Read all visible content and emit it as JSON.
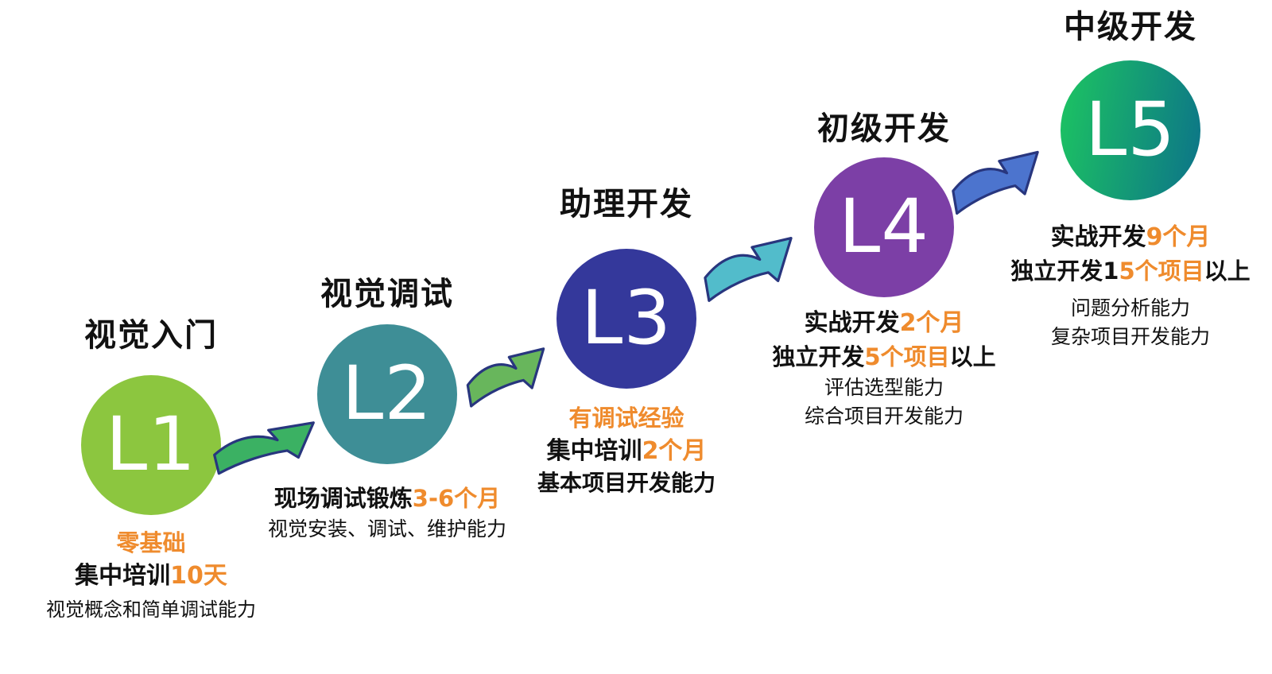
{
  "colors": {
    "orange": "#EF8B2D",
    "arrow-outline": "#28367E",
    "arrow-green-1": "#3BB163",
    "arrow-green-2": "#68B65C",
    "arrow-cyan": "#52BCCB",
    "arrow-blue": "#4C74CE",
    "l1-circle": "#8CC63F",
    "l2-circle": "#3E8E96",
    "l3-circle": "#34389B",
    "l4-circle": "#7C3FA6",
    "l5-grad-start": "#1CC163",
    "l5-grad-end": "#0D7787"
  },
  "levels": [
    {
      "title": "视觉入门",
      "badge": "L1",
      "line1_orange": "零基础",
      "line2_black": "集中培训",
      "line2_orange": "10天",
      "line3": "视觉概念和简单调试能力"
    },
    {
      "title": "视觉调试",
      "badge": "L2",
      "line1_black": "现场调试锻炼",
      "line1_orange": "3-6个月",
      "line2": "视觉安装、调试、维护能力"
    },
    {
      "title": "助理开发",
      "badge": "L3",
      "line1_orange": "有调试经验",
      "line2_black": "集中培训",
      "line2_orange": "2个月",
      "line3": "基本项目开发能力"
    },
    {
      "title": "初级开发",
      "badge": "L4",
      "line1_black": "实战开发",
      "line1_orange": "2个月",
      "line2_black": "独立开发",
      "line2_orange": "5个项目",
      "line2_suffix": "以上",
      "line3": "评估选型能力",
      "line4": "综合项目开发能力"
    },
    {
      "title": "中级开发",
      "badge": "L5",
      "line1_black": "实战开发",
      "line1_orange": "9个月",
      "line2_black": "独立开发1",
      "line2_orange": "5个项目",
      "line2_suffix": "以上",
      "line3": "问题分析能力",
      "line4": "复杂项目开发能力"
    }
  ]
}
